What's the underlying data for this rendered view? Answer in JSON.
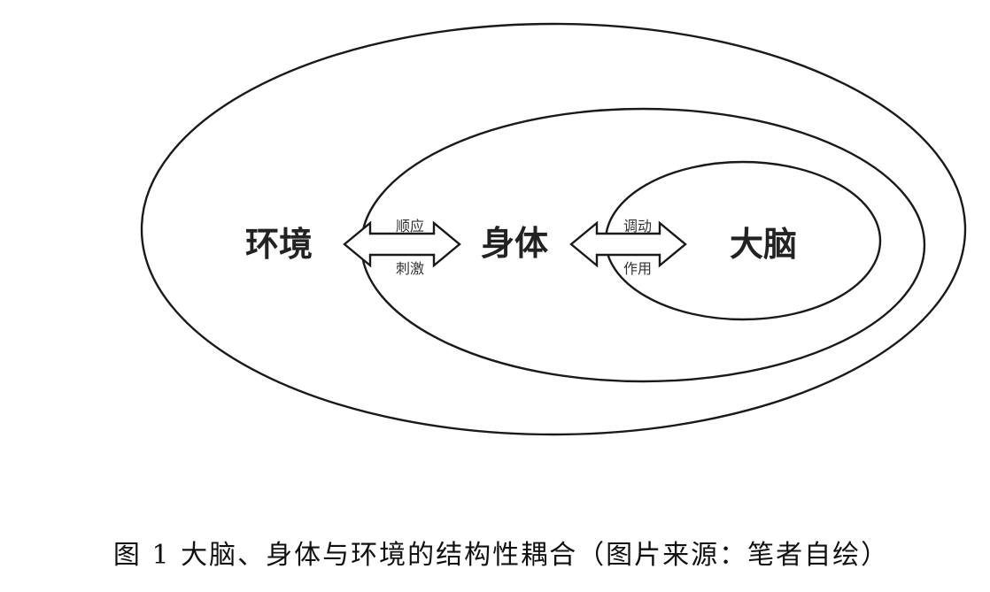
{
  "diagram": {
    "nodes": {
      "environment": "环境",
      "body": "身体",
      "brain": "大脑"
    },
    "arrows": {
      "env_body_top": "顺应",
      "env_body_bottom": "刺激",
      "body_brain_top": "调动",
      "body_brain_bottom": "作用"
    }
  },
  "caption": {
    "text": "图 1 大脑、身体与环境的结构性耦合（图片来源：笔者自绘）"
  },
  "colors": {
    "stroke": "#1a1a1a",
    "text": "#222222",
    "background": "#ffffff"
  }
}
